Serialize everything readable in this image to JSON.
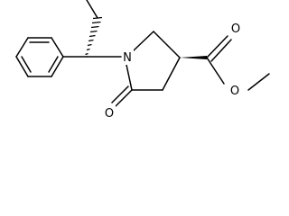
{
  "molecule": {
    "atoms": {
      "nitrogen": "N",
      "lactam_oxygen": "O",
      "ester_carbonyl_oxygen": "O",
      "ester_ether_oxygen": "O"
    },
    "colors": {
      "bond": "#000000",
      "label": "#000000",
      "background": "#ffffff"
    }
  }
}
